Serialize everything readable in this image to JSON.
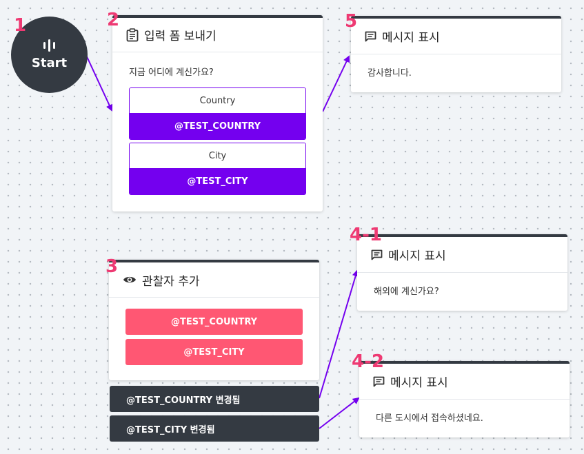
{
  "start": {
    "label": "Start",
    "step": "1"
  },
  "form_node": {
    "step": "2",
    "title": "입력 폼 보내기",
    "question": "지금 어디에 계신가요?",
    "fields": [
      {
        "name": "Country",
        "variable": "@TEST_COUNTRY"
      },
      {
        "name": "City",
        "variable": "@TEST_CITY"
      }
    ]
  },
  "watcher_node": {
    "step": "3",
    "title": "관찰자 추가",
    "variables": [
      "@TEST_COUNTRY",
      "@TEST_CITY"
    ],
    "outputs": [
      "@TEST_COUNTRY 변경됨",
      "@TEST_CITY 변경됨"
    ]
  },
  "message_nodes": [
    {
      "step": "5",
      "title": "메시지 표시",
      "text": "감사합니다."
    },
    {
      "step": "4-1",
      "title": "메시지 표시",
      "text": "해외에 계신가요?"
    },
    {
      "step": "4-2",
      "title": "메시지 표시",
      "text": "다른 도시에서 접속하셨네요."
    }
  ],
  "colors": {
    "accent": "#7400ef",
    "pink": "#ff5773",
    "dark": "#343a42",
    "step_label": "#ee3a73"
  }
}
